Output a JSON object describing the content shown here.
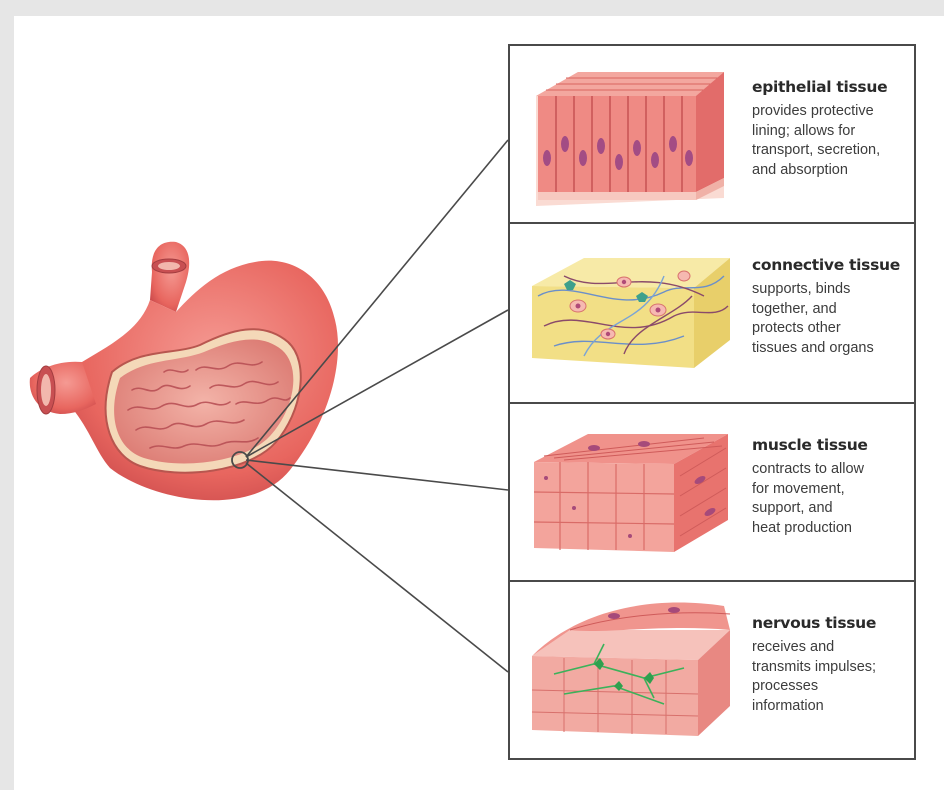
{
  "colors": {
    "tissue_pink": "#e8787a",
    "tissue_light": "#f6b3ae",
    "nucleus": "#a8507a",
    "connective_bg": "#f6eaa6",
    "nerve_green": "#3bb25a",
    "outline": "#4a4a4a"
  },
  "organ": {
    "icon": "stomach-cutaway-icon",
    "zoom_marker": "magnifier-circle"
  },
  "tissues": [
    {
      "title": "epithelial tissue",
      "lines": [
        "provides protective",
        "lining; allows for",
        "transport, secretion,",
        "and absorption"
      ],
      "icon": "epithelial-cells-icon"
    },
    {
      "title": "connective tissue",
      "lines": [
        "supports, binds",
        "together, and",
        "protects other",
        "tissues and organs"
      ],
      "icon": "connective-fibers-icon"
    },
    {
      "title": "muscle tissue",
      "lines": [
        "contracts to allow",
        "for movement,",
        "support, and",
        "heat production"
      ],
      "icon": "muscle-fibers-icon"
    },
    {
      "title": "nervous tissue",
      "lines": [
        "receives and",
        "transmits impulses;",
        "processes",
        "information"
      ],
      "icon": "nerve-cells-icon"
    }
  ]
}
